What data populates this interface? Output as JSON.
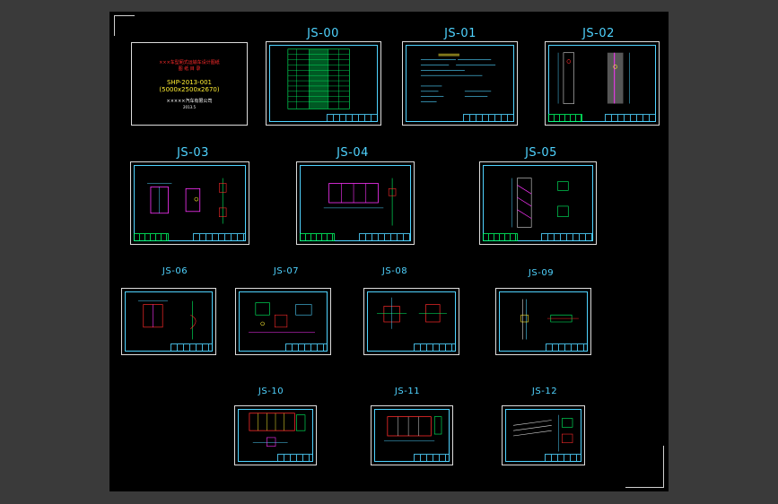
{
  "cover": {
    "title": "×××车型厢式运输车设计图纸",
    "subtitle": "图 纸 目 录",
    "code": "SHP-2013-001",
    "size": "(5000x2500x2670)",
    "company": "×××××汽车有限公司",
    "date": "2013.5"
  },
  "sheets": [
    {
      "id": "JS-00",
      "label": "JS-00"
    },
    {
      "id": "JS-01",
      "label": "JS-01"
    },
    {
      "id": "JS-02",
      "label": "JS-02"
    },
    {
      "id": "JS-03",
      "label": "JS-03"
    },
    {
      "id": "JS-04",
      "label": "JS-04"
    },
    {
      "id": "JS-05",
      "label": "JS-05"
    },
    {
      "id": "JS-06",
      "label": "JS-06"
    },
    {
      "id": "JS-07",
      "label": "JS-07"
    },
    {
      "id": "JS-08",
      "label": "JS-08"
    },
    {
      "id": "JS-09",
      "label": "JS-09"
    },
    {
      "id": "JS-10",
      "label": "JS-10"
    },
    {
      "id": "JS-11",
      "label": "JS-11"
    },
    {
      "id": "JS-12",
      "label": "JS-12"
    }
  ],
  "colors": {
    "background": "#000000",
    "label": "#4fd3ff",
    "frame": "#dcdcdc",
    "line_cyan": "#4fd3ff",
    "line_green": "#00ff66",
    "line_red": "#ff2b2b",
    "line_magenta": "#ff33ff",
    "line_yellow": "#ffee33"
  }
}
